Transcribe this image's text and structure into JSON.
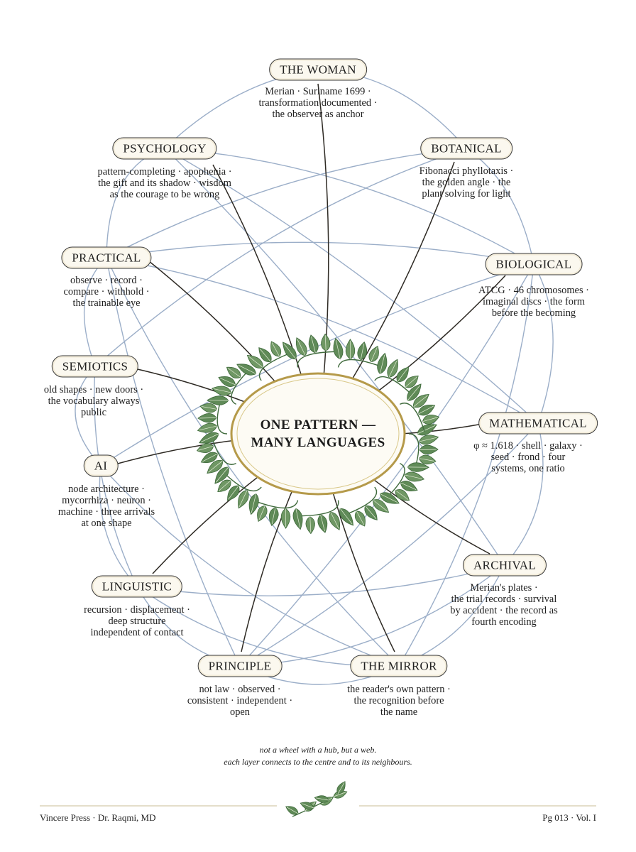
{
  "center": {
    "lines": [
      "ONE PATTERN —",
      "MANY LANGUAGES"
    ]
  },
  "nodes": [
    {
      "id": "woman",
      "label": "THE WOMAN",
      "desc": [
        "Merian · Suriname 1699 ·",
        "transformation documented ·",
        "the observer as anchor"
      ]
    },
    {
      "id": "botanical",
      "label": "BOTANICAL",
      "desc": [
        "Fibonacci phyllotaxis ·",
        "the golden angle · the",
        "plant solving for light"
      ]
    },
    {
      "id": "biological",
      "label": "BIOLOGICAL",
      "desc": [
        "ATCG · 46 chromosomes ·",
        "imaginal discs · the form",
        "before the becoming"
      ]
    },
    {
      "id": "mathematical",
      "label": "MATHEMATICAL",
      "desc": [
        "φ ≈ 1.618 · shell · galaxy ·",
        "seed · frond · four",
        "systems, one ratio"
      ]
    },
    {
      "id": "archival",
      "label": "ARCHIVAL",
      "desc": [
        "Merian's plates ·",
        "the trial records · survival",
        "by accident · the record as",
        "fourth encoding"
      ]
    },
    {
      "id": "mirror",
      "label": "THE MIRROR",
      "desc": [
        "the reader's own pattern ·",
        "the recognition before",
        "the name"
      ]
    },
    {
      "id": "principle",
      "label": "PRINCIPLE",
      "desc": [
        "not law · observed ·",
        "consistent · independent ·",
        "open"
      ]
    },
    {
      "id": "linguistic",
      "label": "LINGUISTIC",
      "desc": [
        "recursion · displacement ·",
        "deep structure",
        "independent of contact"
      ]
    },
    {
      "id": "ai",
      "label": "AI",
      "desc": [
        "node architecture ·",
        "mycorrhiza · neuron ·",
        "machine · three arrivals",
        "at one shape"
      ]
    },
    {
      "id": "semiotics",
      "label": "SEMIOTICS",
      "desc": [
        "old shapes · new doors ·",
        "the vocabulary always",
        "public"
      ]
    },
    {
      "id": "practical",
      "label": "PRACTICAL",
      "desc": [
        "observe · record ·",
        "compare · withhold ·",
        "the trainable eye"
      ]
    },
    {
      "id": "psychology",
      "label": "PSYCHOLOGY",
      "desc": [
        "pattern-completing · apophenia ·",
        "the gift and its shadow · wisdom",
        "as the courage to be wrong"
      ]
    }
  ],
  "caption": [
    "not a wheel with a hub, but a web.",
    "each layer connects to the centre and to its neighbours."
  ],
  "footer": {
    "left": "Vincere Press · Dr. Raqmi, MD",
    "right": "Pg 013 · Vol. I"
  },
  "colors": {
    "spoke": "#2e2a24",
    "web": "#8aa0bf",
    "leaf": "#6f9764",
    "leaf_dark": "#3f6a3c",
    "ring": "#b59a4a"
  },
  "icons": {
    "sprig": "leaf-sprig-icon"
  }
}
